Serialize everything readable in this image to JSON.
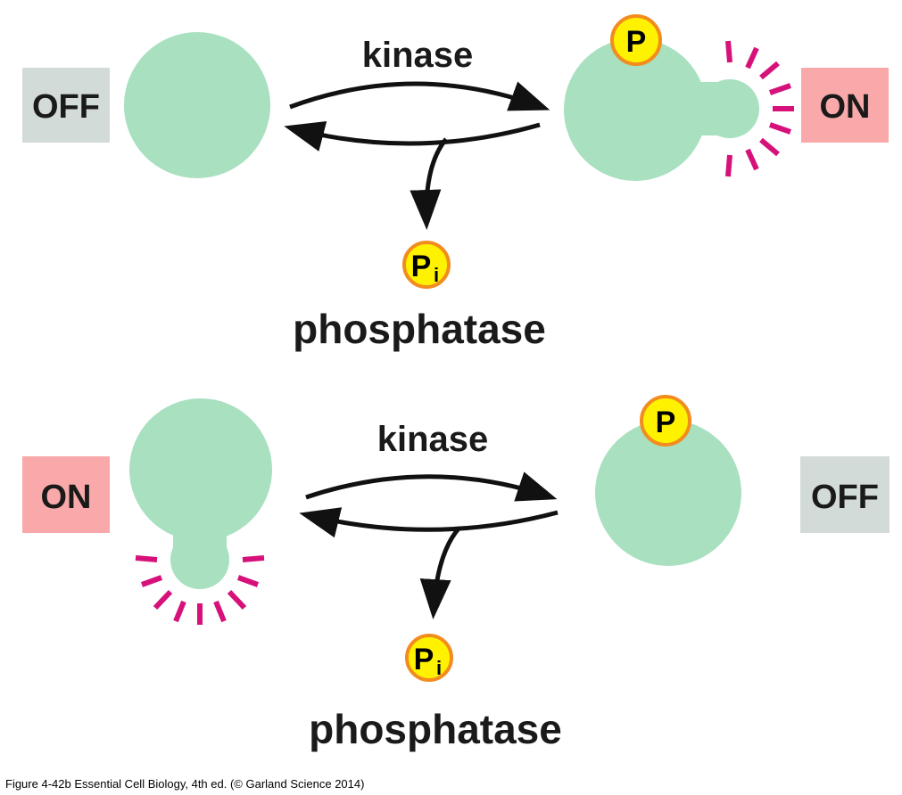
{
  "panel_top": {
    "left_state": "OFF",
    "right_state": "ON",
    "forward_enzyme": "kinase",
    "reverse_enzyme": "phosphatase",
    "phosphate_label": "P",
    "released_phosphate_label": "P",
    "released_phosphate_subscript": "i"
  },
  "panel_bottom": {
    "left_state": "ON",
    "right_state": "OFF",
    "forward_enzyme": "kinase",
    "reverse_enzyme": "phosphatase",
    "phosphate_label": "P",
    "released_phosphate_label": "P",
    "released_phosphate_subscript": "i"
  },
  "caption": "Figure 4-42b  Essential Cell Biology, 4th ed. (© Garland Science 2014)",
  "colors": {
    "protein": "#a8e0c0",
    "off_box": "#d3dbd8",
    "on_box": "#f9a9aa",
    "activity_rays": "#d6127a",
    "phosphate_fill": "#fff200",
    "phosphate_ring": "#f28c1e",
    "arrow": "#111111"
  }
}
